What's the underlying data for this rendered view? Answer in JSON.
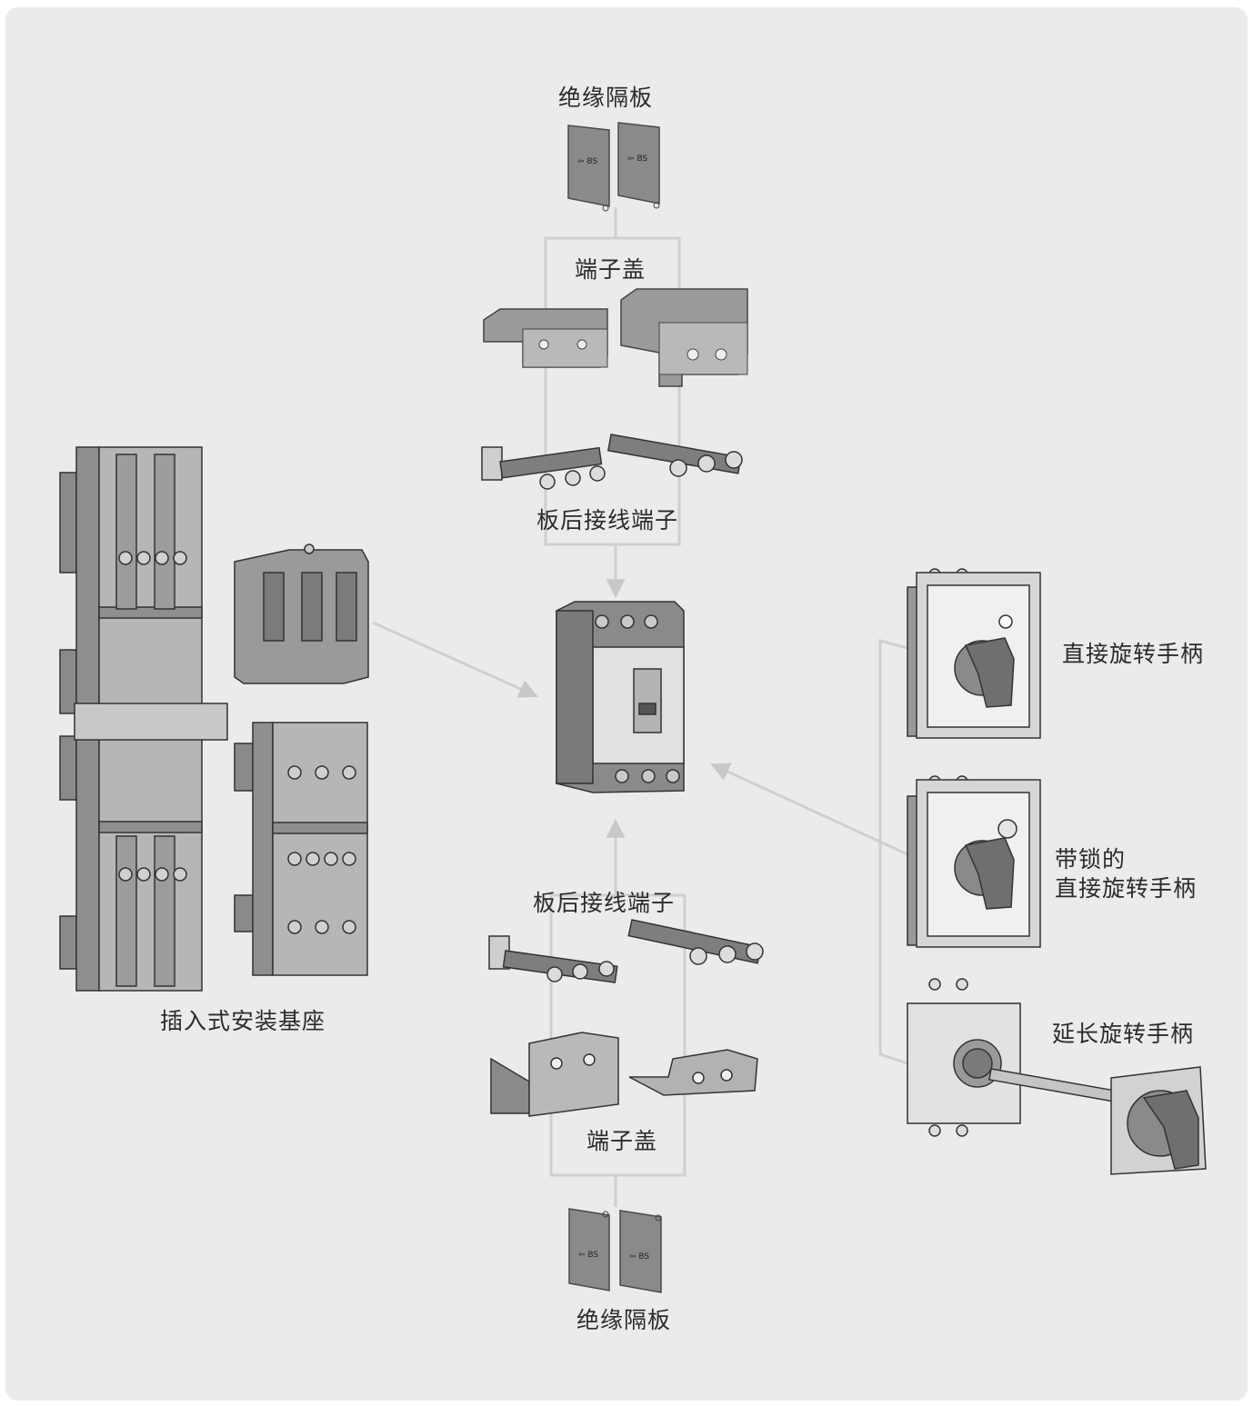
{
  "labels": {
    "top_barrier": "绝缘隔板",
    "top_terminal_cover": "端子盖",
    "top_rear_terminal": "板后接线端子",
    "plugin_base": "插入式安装基座",
    "bottom_rear_terminal": "板后接线端子",
    "bottom_terminal_cover": "端子盖",
    "bottom_barrier": "绝缘隔板",
    "direct_handle": "直接旋转手柄",
    "locked_handle_line1": "带锁的",
    "locked_handle_line2": "直接旋转手柄",
    "extended_handle": "延长旋转手柄"
  },
  "colors": {
    "panel": "#ebebeb",
    "part_dark": "#7d7d7d",
    "part_mid": "#a9a9a9",
    "part_light": "#d4d4d4",
    "connector": "#cfcfcf"
  }
}
